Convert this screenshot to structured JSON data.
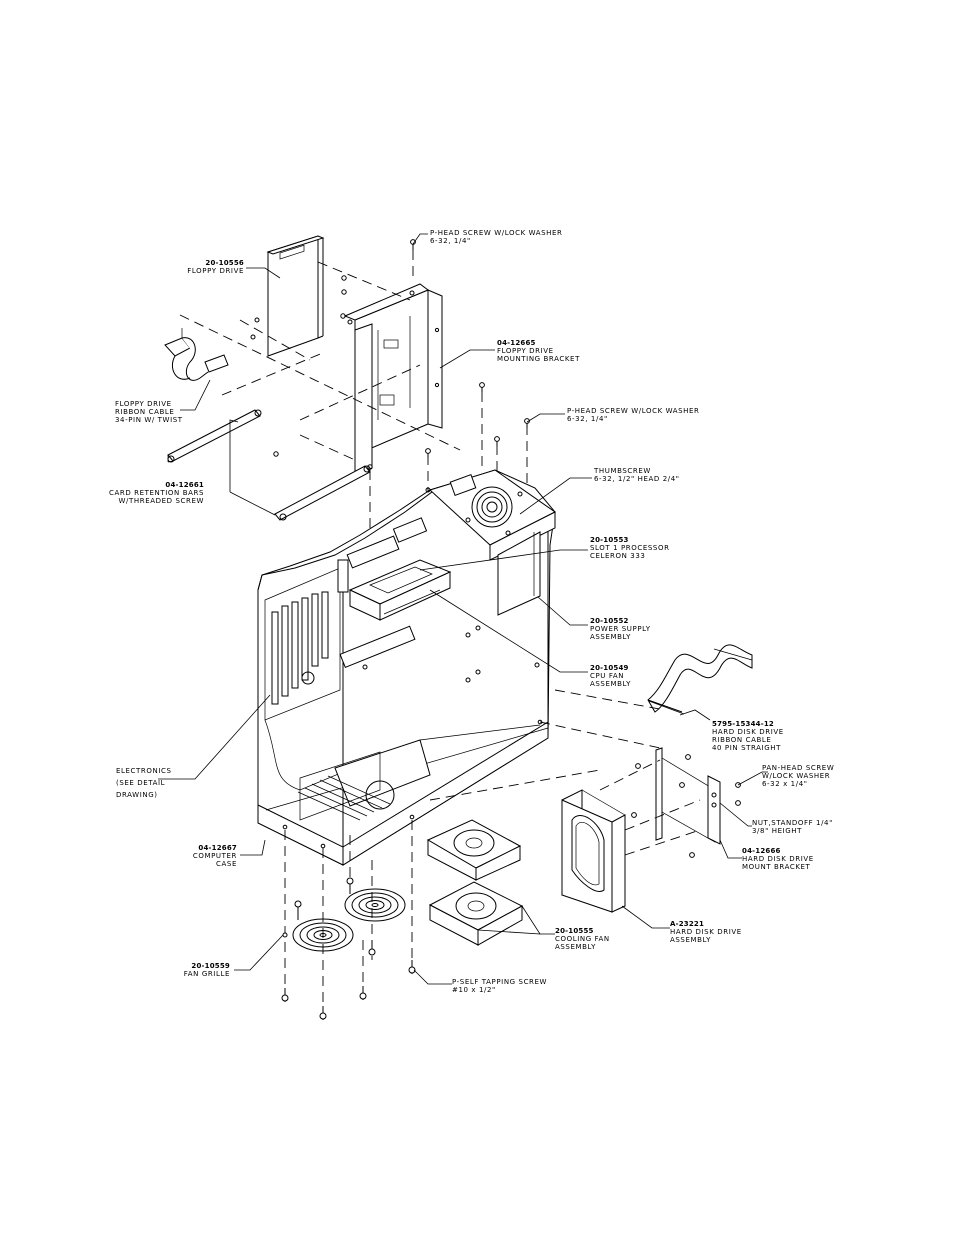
{
  "callouts": {
    "floppy_drive": {
      "part": "20-10556",
      "lines": [
        "FLOPPY DRIVE"
      ]
    },
    "phead_screw_top": {
      "lines": [
        "P-HEAD SCREW W/LOCK WASHER",
        "6-32, 1/4\""
      ]
    },
    "floppy_bracket": {
      "part": "04-12665",
      "lines": [
        "FLOPPY DRIVE",
        "MOUNTING BRACKET"
      ]
    },
    "floppy_cable": {
      "lines": [
        "FLOPPY DRIVE",
        "RIBBON CABLE",
        "34-PIN W/ TWIST"
      ]
    },
    "phead_screw_mid": {
      "lines": [
        "P-HEAD SCREW W/LOCK WASHER",
        "6-32, 1/4\""
      ]
    },
    "card_bars": {
      "part": "04-12661",
      "lines": [
        "CARD RETENTION BARS",
        "W/THREADED SCREW"
      ]
    },
    "thumbscrew": {
      "lines": [
        "THUMBSCREW",
        "6-32, 1/2\" HEAD 2/4\""
      ]
    },
    "processor": {
      "part": "20-10553",
      "lines": [
        "SLOT 1 PROCESSOR",
        "CELERON 333"
      ]
    },
    "power_supply": {
      "part": "20-10552",
      "lines": [
        "POWER SUPPLY",
        "ASSEMBLY"
      ]
    },
    "cpu_fan": {
      "part": "20-10549",
      "lines": [
        "CPU FAN",
        "ASSEMBLY"
      ]
    },
    "hdd_cable": {
      "part": "5795-15344-12",
      "lines": [
        "HARD DISK DRIVE",
        "RIBBON CABLE",
        "40 PIN STRAIGHT"
      ]
    },
    "electronics": {
      "lines": [
        "ELECTRONICS",
        "(SEE DETAIL",
        "DRAWING)"
      ]
    },
    "panhead_screw": {
      "lines": [
        "PAN-HEAD SCREW",
        "W/LOCK WASHER",
        "6-32 x 1/4\""
      ]
    },
    "nut_standoff": {
      "lines": [
        "NUT,STANDOFF 1/4\"",
        "3/8\" HEIGHT"
      ]
    },
    "computer_case": {
      "part": "04-12667",
      "lines": [
        "COMPUTER",
        "CASE"
      ]
    },
    "hdd_bracket": {
      "part": "04-12666",
      "lines": [
        "HARD DISK DRIVE",
        "MOUNT BRACKET"
      ]
    },
    "hdd_assembly": {
      "part": "A-23221",
      "lines": [
        "HARD DISK DRIVE",
        "ASSEMBLY"
      ]
    },
    "cooling_fan": {
      "part": "20-10555",
      "lines": [
        "COOLING FAN",
        "ASSEMBLY"
      ]
    },
    "fan_grille": {
      "part": "20-10559",
      "lines": [
        "FAN GRILLE"
      ]
    },
    "self_tap_screw": {
      "lines": [
        "P-SELF TAPPING SCREW",
        "#10 x 1/2\""
      ]
    }
  }
}
